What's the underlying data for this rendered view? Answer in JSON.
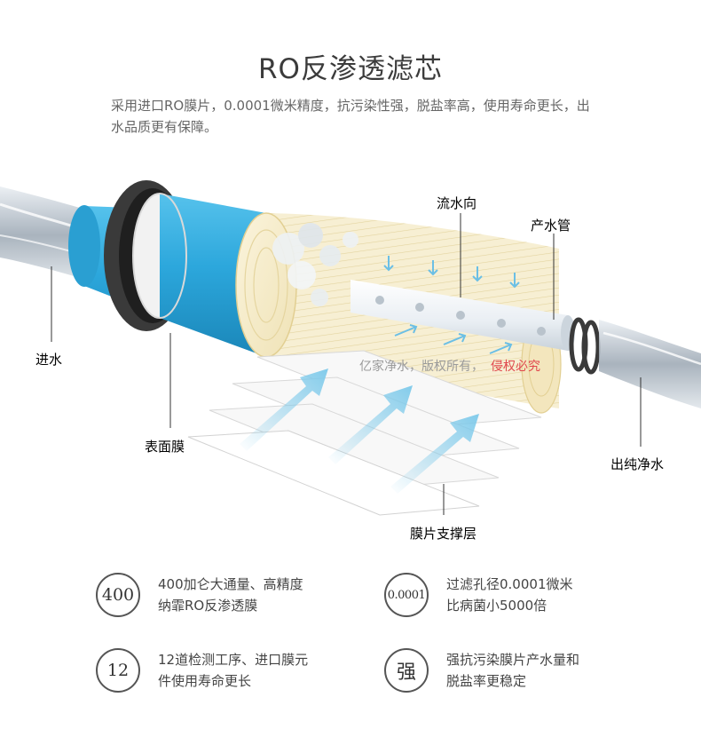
{
  "header": {
    "title": "RO反渗透滤芯",
    "subtitle": "采用进口RO膜片，0.0001微米精度，抗污染性强，脱盐率高，使用寿命更长，出水品质更有保障。"
  },
  "diagram": {
    "labels": {
      "flow_direction": "流水向",
      "product_pipe": "产水管",
      "water_in": "进水",
      "surface_membrane": "表面膜",
      "pure_water_out": "出纯净水",
      "membrane_support": "膜片支撑层"
    },
    "watermark": {
      "text": "亿家净水，版权所有，",
      "highlight": "侵权必究"
    },
    "colors": {
      "cartridge_blue": "#2ca7dc",
      "arrow_blue": "#7cc9ea",
      "membrane_cream": "#f5eccb",
      "watermark_red": "#e0474c"
    }
  },
  "features": [
    {
      "badge": "400",
      "line1": "400加仑大通量、高精度",
      "line2": "纳霏RO反渗透膜"
    },
    {
      "badge": "0.0001",
      "line1": "过滤孔径0.0001微米",
      "line2": "比病菌小5000倍"
    },
    {
      "badge": "12",
      "line1": "12道检测工序、进口膜元",
      "line2": "件使用寿命更长"
    },
    {
      "badge": "强",
      "line1": "强抗污染膜片产水量和",
      "line2": "脱盐率更稳定"
    }
  ]
}
